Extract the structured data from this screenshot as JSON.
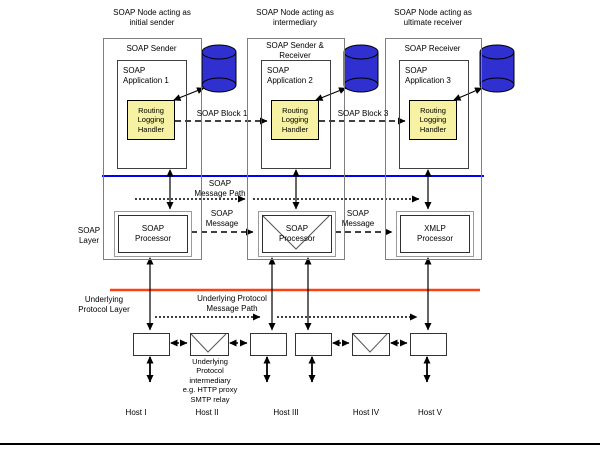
{
  "nodes": [
    {
      "role": "SOAP Node acting as\ninitial sender",
      "title": "SOAP Sender",
      "app": "SOAP\nApplication 1",
      "handler": "Routing\nLogging\nHandler",
      "processor": "SOAP\nProcessor"
    },
    {
      "role": "SOAP Node acting as\nintermediary",
      "title": "SOAP Sender &\nReceiver",
      "app": "SOAP\nApplication 2",
      "handler": "Routing\nLogging\nHandler",
      "processor": "SOAP\nProcessor"
    },
    {
      "role": "SOAP Node acting as\nultimate receiver",
      "title": "SOAP Receiver",
      "app": "SOAP\nApplication 3",
      "handler": "Routing\nLogging\nHandler",
      "processor": "XMLP\nProcessor"
    }
  ],
  "labels": {
    "soap_layer": "SOAP\nLayer",
    "underlying_layer": "Underlying\nProtocol Layer",
    "soap_message_path": "SOAP\nMessage Path",
    "underlying_message_path": "Underlying Protocol\nMessage Path",
    "soap_block_1": "SOAP Block 1",
    "soap_block_3": "SOAP Block 3",
    "soap_message_left": "SOAP\nMessage",
    "soap_message_right": "SOAP\nMessage",
    "intermediary_note": "Underlying\nProtocol\nintermediary\ne.g. HTTP proxy\nSMTP relay"
  },
  "hosts": [
    "Host I",
    "Host II",
    "Host III",
    "Host IV",
    "Host V"
  ],
  "colors": {
    "cylinder_blue": "#3030D0",
    "handler_yellow": "#F6F1A3",
    "soap_layer_line_blue": "#0000F2",
    "underlying_layer_line_red": "#FF4013"
  }
}
